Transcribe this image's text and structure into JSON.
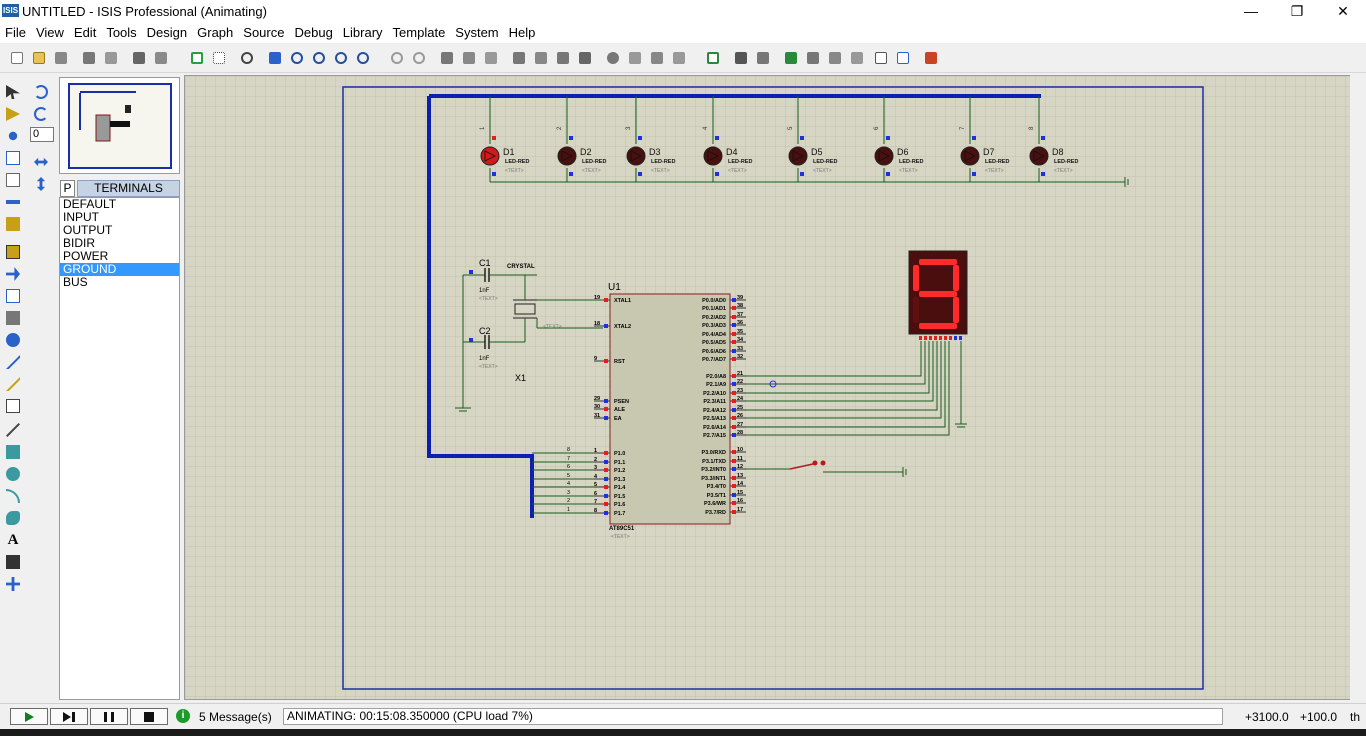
{
  "window": {
    "app_icon": "ISIS",
    "title": "UNTITLED - ISIS Professional (Animating)",
    "minimize": "—",
    "maximize": "❐",
    "close": "✕"
  },
  "menu": [
    "File",
    "View",
    "Edit",
    "Tools",
    "Design",
    "Graph",
    "Source",
    "Debug",
    "Library",
    "Template",
    "System",
    "Help"
  ],
  "left_panel": {
    "rotation_value": "0",
    "mode_button": "P",
    "panel_title": "TERMINALS",
    "terminals": [
      "DEFAULT",
      "INPUT",
      "OUTPUT",
      "BIDIR",
      "POWER",
      "GROUND",
      "BUS"
    ],
    "selected_terminal": "GROUND"
  },
  "schematic": {
    "leds": [
      {
        "ref": "D1",
        "type": "LED-RED",
        "text": "<TEXT>",
        "pin": "1",
        "lit": true
      },
      {
        "ref": "D2",
        "type": "LED-RED",
        "text": "<TEXT>",
        "pin": "2",
        "lit": false
      },
      {
        "ref": "D3",
        "type": "LED-RED",
        "text": "<TEXT>",
        "pin": "3",
        "lit": false
      },
      {
        "ref": "D4",
        "type": "LED-RED",
        "text": "<TEXT>",
        "pin": "4",
        "lit": false
      },
      {
        "ref": "D5",
        "type": "LED-RED",
        "text": "<TEXT>",
        "pin": "5",
        "lit": false
      },
      {
        "ref": "D6",
        "type": "LED-RED",
        "text": "<TEXT>",
        "pin": "6",
        "lit": false
      },
      {
        "ref": "D7",
        "type": "LED-RED",
        "text": "<TEXT>",
        "pin": "7",
        "lit": false
      },
      {
        "ref": "D8",
        "type": "LED-RED",
        "text": "<TEXT>",
        "pin": "8",
        "lit": false
      }
    ],
    "c1": {
      "ref": "C1",
      "value": "1nF",
      "text": "<TEXT>"
    },
    "c2": {
      "ref": "C2",
      "value": "1nF",
      "text": "<TEXT>"
    },
    "crystal": {
      "ref": "X1",
      "label": "CRYSTAL",
      "text": "<TEXT>"
    },
    "mcu": {
      "ref": "U1",
      "part": "AT89C51",
      "text": "<TEXT>",
      "left_pins": [
        {
          "num": "19",
          "name": "XTAL1"
        },
        {
          "num": "18",
          "name": "XTAL2"
        },
        {
          "num": "9",
          "name": "RST"
        },
        {
          "num": "29",
          "name": "PSEN"
        },
        {
          "num": "30",
          "name": "ALE"
        },
        {
          "num": "31",
          "name": "EA"
        },
        {
          "num": "1",
          "name": "P1.0"
        },
        {
          "num": "2",
          "name": "P1.1"
        },
        {
          "num": "3",
          "name": "P1.2"
        },
        {
          "num": "4",
          "name": "P1.3"
        },
        {
          "num": "5",
          "name": "P1.4"
        },
        {
          "num": "6",
          "name": "P1.5"
        },
        {
          "num": "7",
          "name": "P1.6"
        },
        {
          "num": "8",
          "name": "P1.7"
        }
      ],
      "right_pins": [
        {
          "num": "39",
          "name": "P0.0/AD0"
        },
        {
          "num": "38",
          "name": "P0.1/AD1"
        },
        {
          "num": "37",
          "name": "P0.2/AD2"
        },
        {
          "num": "36",
          "name": "P0.3/AD3"
        },
        {
          "num": "35",
          "name": "P0.4/AD4"
        },
        {
          "num": "34",
          "name": "P0.5/AD5"
        },
        {
          "num": "33",
          "name": "P0.6/AD6"
        },
        {
          "num": "32",
          "name": "P0.7/AD7"
        },
        {
          "num": "21",
          "name": "P2.0/A8"
        },
        {
          "num": "22",
          "name": "P2.1/A9"
        },
        {
          "num": "23",
          "name": "P2.2/A10"
        },
        {
          "num": "24",
          "name": "P2.3/A11"
        },
        {
          "num": "25",
          "name": "P2.4/A12"
        },
        {
          "num": "26",
          "name": "P2.5/A13"
        },
        {
          "num": "27",
          "name": "P2.6/A14"
        },
        {
          "num": "28",
          "name": "P2.7/A15"
        },
        {
          "num": "10",
          "name": "P3.0/RXD"
        },
        {
          "num": "11",
          "name": "P3.1/TXD"
        },
        {
          "num": "12",
          "name": "P3.2/INT0"
        },
        {
          "num": "13",
          "name": "P3.3/INT1"
        },
        {
          "num": "14",
          "name": "P3.4/T0"
        },
        {
          "num": "15",
          "name": "P3.5/T1"
        },
        {
          "num": "16",
          "name": "P3.6/WR"
        },
        {
          "num": "17",
          "name": "P3.7/RD"
        }
      ],
      "bus_labels": [
        "8",
        "7",
        "6",
        "5",
        "4",
        "3",
        "2",
        "1"
      ]
    },
    "seven_segment_digit": "9"
  },
  "status": {
    "messages": "5 Message(s)",
    "status_text": "ANIMATING: 00:15:08.350000 (CPU load 7%)",
    "coord_x": "+3100.0",
    "coord_y": "+100.0",
    "unit": "th"
  },
  "colors": {
    "canvas_bg": "#d7d6c4",
    "grid": "#c3c2ae",
    "border": "#1a2ea8",
    "wire": "#1a5c1a",
    "bus": "#0b1fb0",
    "component_fill": "#c8c8b0",
    "component_border": "#8a1b1b",
    "led_on": "#d11a1a",
    "led_off": "#4a1010",
    "pin_red": "#e02020",
    "pin_blue": "#2030e0",
    "segment_on": "#ff2a2a",
    "segment_off": "#5e1010",
    "display_bg": "#4a0e0e"
  }
}
